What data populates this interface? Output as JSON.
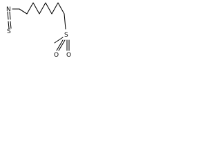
{
  "molecule": {
    "atoms": {
      "nitrogen": "N",
      "sulfur_thiocyanate": "S",
      "sulfur_sulfone": "S",
      "oxygen_left": "O",
      "oxygen_right": "O"
    }
  }
}
